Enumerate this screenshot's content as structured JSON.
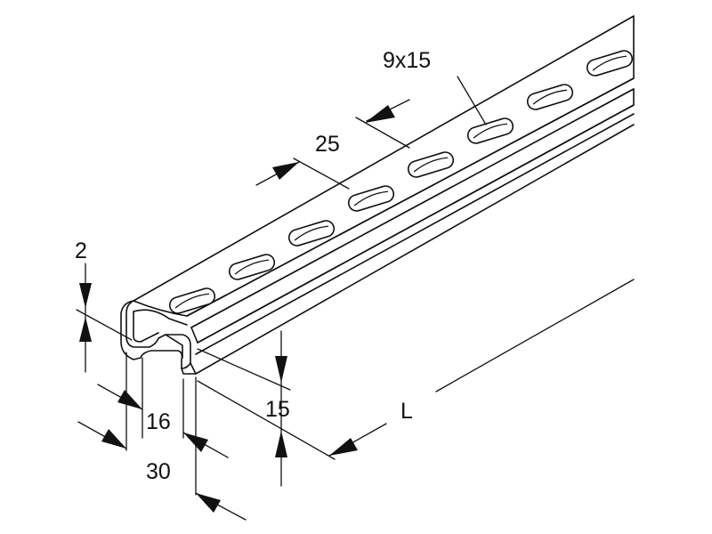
{
  "labels": {
    "hole_size": "9x15",
    "pitch": "25",
    "wall_thickness": "2",
    "slot_width": "16",
    "profile_height": "15",
    "profile_width": "30",
    "length": "L"
  },
  "colors": {
    "line": "#111111",
    "background": "#ffffff"
  }
}
